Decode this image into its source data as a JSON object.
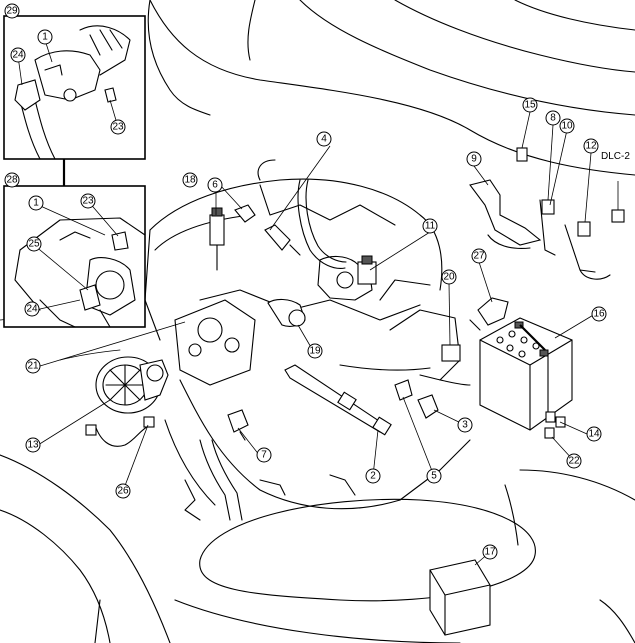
{
  "callouts": [
    {
      "id": "c1",
      "label": "1"
    },
    {
      "id": "c2",
      "label": "2"
    },
    {
      "id": "c3",
      "label": "3"
    },
    {
      "id": "c4",
      "label": "4"
    },
    {
      "id": "c5",
      "label": "5"
    },
    {
      "id": "c6",
      "label": "6"
    },
    {
      "id": "c7",
      "label": "7"
    },
    {
      "id": "c8",
      "label": "8"
    },
    {
      "id": "c9",
      "label": "9"
    },
    {
      "id": "c10",
      "label": "10"
    },
    {
      "id": "c11",
      "label": "11"
    },
    {
      "id": "c12",
      "label": "12"
    },
    {
      "id": "c13",
      "label": "13"
    },
    {
      "id": "c14",
      "label": "14"
    },
    {
      "id": "c15",
      "label": "15"
    },
    {
      "id": "c16",
      "label": "16"
    },
    {
      "id": "c17",
      "label": "17"
    },
    {
      "id": "c18",
      "label": "18"
    },
    {
      "id": "c19",
      "label": "19"
    },
    {
      "id": "c20",
      "label": "20"
    },
    {
      "id": "c21",
      "label": "21"
    },
    {
      "id": "c22",
      "label": "22"
    },
    {
      "id": "c23",
      "label": "23"
    },
    {
      "id": "c24",
      "label": "24"
    },
    {
      "id": "c25",
      "label": "25"
    },
    {
      "id": "c26",
      "label": "26"
    },
    {
      "id": "c27",
      "label": "27"
    }
  ],
  "insets": {
    "inset29": {
      "number": "29",
      "callouts": {
        "a": "1",
        "b": "24",
        "c": "23"
      }
    },
    "inset28": {
      "number": "28",
      "callouts": {
        "a": "1",
        "b": "23",
        "c": "25",
        "d": "24"
      }
    }
  },
  "labels": {
    "dlc": "DLC-2"
  }
}
